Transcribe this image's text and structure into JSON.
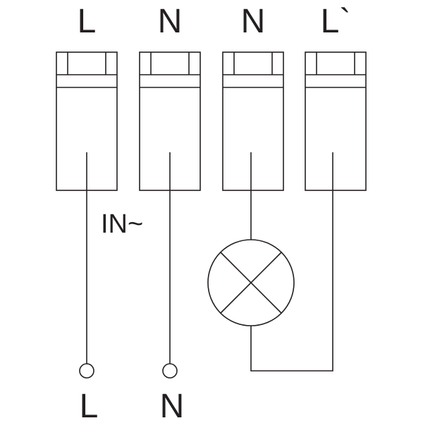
{
  "terminal_labels": [
    "L",
    "N",
    "N",
    "L`"
  ],
  "input_label": "IN~",
  "bottom_labels": [
    "L",
    "N"
  ],
  "colors": {
    "line": "#231f20",
    "background": "#ffffff"
  }
}
